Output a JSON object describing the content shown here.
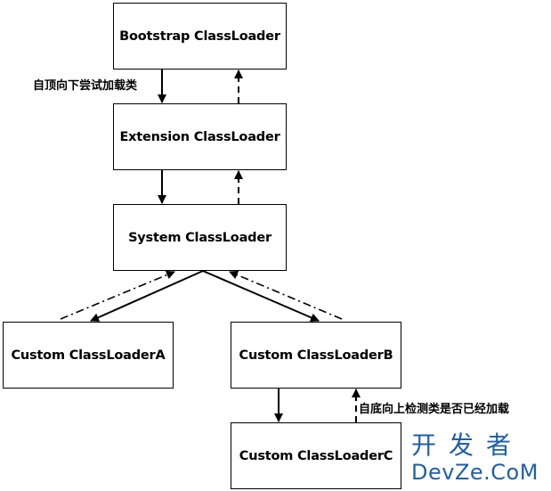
{
  "nodes": {
    "bootstrap": "Bootstrap ClassLoader",
    "extension": "Extension ClassLoader",
    "system": "System ClassLoader",
    "custom_a": "Custom ClassLoaderA",
    "custom_b": "Custom ClassLoaderB",
    "custom_c": "Custom ClassLoaderC"
  },
  "annotations": {
    "top_down": "自顶向下尝试加载类",
    "bottom_up": "自底向上检测类是否已经加载"
  },
  "watermark": {
    "chinese": "开发者",
    "latin": "DevZe.CoM"
  },
  "edges": [
    {
      "from": "bootstrap",
      "to": "extension",
      "style": "solid"
    },
    {
      "from": "extension",
      "to": "bootstrap",
      "style": "dashed"
    },
    {
      "from": "extension",
      "to": "system",
      "style": "solid"
    },
    {
      "from": "system",
      "to": "extension",
      "style": "dashed"
    },
    {
      "from": "system",
      "to": "custom_a",
      "style": "solid"
    },
    {
      "from": "custom_a",
      "to": "system",
      "style": "dash-dot"
    },
    {
      "from": "system",
      "to": "custom_b",
      "style": "solid"
    },
    {
      "from": "custom_b",
      "to": "system",
      "style": "dash-dot"
    },
    {
      "from": "custom_b",
      "to": "custom_c",
      "style": "solid"
    },
    {
      "from": "custom_c",
      "to": "custom_b",
      "style": "dashed"
    }
  ]
}
